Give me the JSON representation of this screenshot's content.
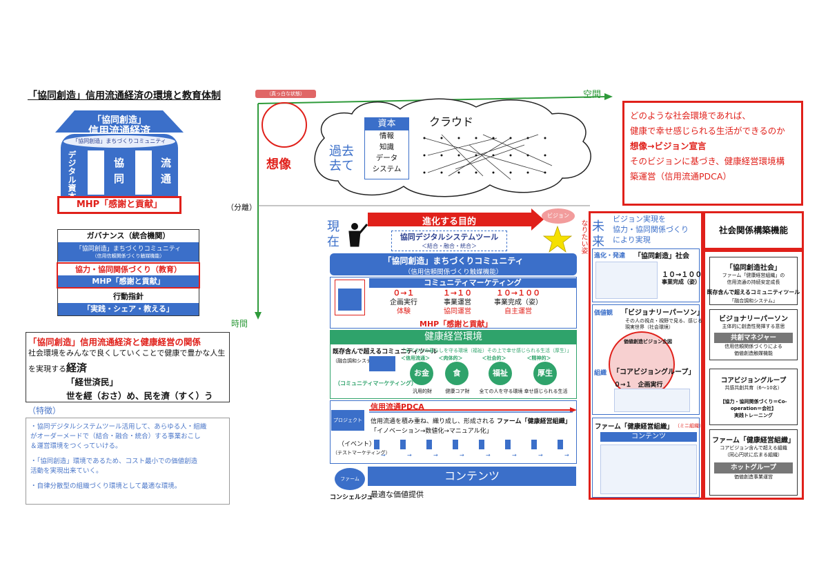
{
  "title": "「協同創造」信用流通経済の環境と教育体制",
  "badge": "（真っ白な状態）",
  "axis": {
    "space": "空間",
    "time": "時間",
    "separation": "（分離）"
  },
  "house": {
    "roof1": "「協同創造」",
    "roof2": "信用流通経済",
    "band": "「協同創造」まちづくりコミュニティ",
    "col1": "デジタル資本",
    "col2": "協同",
    "col3": "流通",
    "base": "MHP「感謝と貢献」"
  },
  "stack": {
    "r1": "ガバナンス（統合機関）",
    "r2a": "「協同創造」まちづくりコミュニティ",
    "r2b": "（信用信頼関係づくり触媒機能）",
    "r3": "協力・協同関係づくり（教育）",
    "r4": "MHP「感謝と貢献」",
    "r5": "行動指針",
    "r6": "「実践・シェア・教える」"
  },
  "relation": {
    "head": "「協同創造」信用流通経済と健康経営の関係",
    "l1": "社会環境をみんなで良くしていくことで健康で豊かな人生",
    "l2a": "を実現する",
    "l2b": "経済",
    "l3": "「経世済民」",
    "l4": "世を經（おさ）め、民を濟（すく）う"
  },
  "features": {
    "head": "（特徴）",
    "b1a": "・協同デジタルシステムツール活用して、あらゆる人・組織",
    "b1b": "がオーダーメードで（結合・融合・統合）する事業おこし",
    "b1c": "＆運営環境をつくっていける。",
    "b2a": "・「協同創造」環境であるため、コスト最小での価値創造",
    "b2b": "活動を実現出来ていく。",
    "b3": "・自律分散型の組織づくり環境として最適な環境。"
  },
  "imagine": "想像",
  "past": {
    "label": "過去",
    "label2": "去て",
    "cloud": "クラウド",
    "capital_head": "資本",
    "capital_items": [
      "情報",
      "知識",
      "データ",
      "システム"
    ]
  },
  "present": {
    "label": "現在",
    "purpose": "進化する目的",
    "vision": "ビジョン",
    "nari": "なりたい姿",
    "tool1": "協同デジタルシステムツール",
    "tool2": "＜結合・融合・統合＞",
    "comm1": "「協同創造」まちづくりコミュニティ",
    "comm2": "（信用信頼関係づくり触媒機能）",
    "mkt": "コミュニティマーケティング",
    "steps": [
      {
        "n": "０→１",
        "a": "企画実行",
        "b": "体験"
      },
      {
        "n": "１→１０",
        "a": "事業運営",
        "b": "協同運営"
      },
      {
        "n": "１０→１００",
        "a": "事業完成（姿）",
        "b": "自主運営"
      }
    ],
    "mhp": "MHP「感謝と貢献」",
    "health_env": "健康経営環境",
    "existing": "既存含んで超えるコミュニティツール",
    "existing_sub": "（融合調和システム）",
    "green_banner": "「全ての人の暮らしを守る環境（福祉）その上で幸せ感じられる生活（厚生）」",
    "mini_labels": [
      "＜信用流通＞",
      "＜肉体的＞",
      "＜社会的＞",
      "＜精神的＞"
    ],
    "circles": [
      "お金",
      "食",
      "福祉",
      "厚生"
    ],
    "circle_caps": [
      "汎用的財",
      "健康コア財",
      "全ての人を守る環境",
      "幸せ感じられる生活"
    ],
    "cm_label": "（コミュニティマーケティング）",
    "pdca": "信用流通PDCA",
    "project": "プロジェクト",
    "proj_text": "信用流通を積み重ね、織り成し、形成される",
    "farm_org": "ファーム「健康経営組織」",
    "proj_text2": "「イノベーション→数値化→マニュアル化」",
    "event": "（イベント）",
    "test_mkt": "（テストマーケティング）",
    "farm": "ファーム",
    "contents": "コンテンツ",
    "concierge": "コンシェルジュ",
    "best_value": "最適な価値提供"
  },
  "future": {
    "label": "未来",
    "head1": "ビジョン実現を",
    "head2": "協力・協同関係づくり",
    "head3": "により実現",
    "evo": "進化・発達",
    "evo2": "「協同創造」社会",
    "mini100": "１０→１００",
    "mini100b": "事業完成（姿）",
    "values": "価値観",
    "visionary": "「ビジョナリーパーソン」",
    "vis_sub1": "その人の視点・視野で見る、感じる",
    "vis_sub2": "現実世界（社会環境）",
    "vis_decl": "価値創造ビジョン企図",
    "org": "組織",
    "co_vision": "「コアビジョングループ」",
    "plan": "０→１　企画実行",
    "farm_org": "ファーム「健康経営組織」",
    "mini_org": "（ミニ組織）",
    "contents": "コンテンツ"
  },
  "redbox": {
    "l1": "どのような社会環境であれば、",
    "l2": "健康で幸せ感じられる生活ができるのか",
    "l3": "想像→ビジョン宣言",
    "l4": "そのビジョンに基づき、健康経営環境構",
    "l5": "築運営（信用流通PDCA）"
  },
  "social": {
    "head": "社会関係構築機能",
    "c1": "「協同創造社会」",
    "c1a": "ファーム「健康経営組織」の",
    "c1b": "信用流通の持続安定成長",
    "c2": "既存含んで超えるコミュニティツール",
    "c2a": "「融合調和システム」",
    "c3": "ビジョナリーパーソン",
    "c3a": "主体的に創造性発揮する意思",
    "c4": "共創マネジャー",
    "c4a": "信用信頼関係づくりによる",
    "c4b": "価値創造触媒機能",
    "c5": "コアビジョングループ",
    "c5a": "共感共創共育（6～10名）",
    "c5b": "【協力・協同関係づくり＝Co-operation＝会社】",
    "c5c": "実践トレーニング",
    "c6": "ファーム「健康経営組織」",
    "c6a": "コアビジョン含んで超える組織",
    "c6b": "（同心円状に広まる組織）",
    "c7": "ホットグループ",
    "c7a": "価値創造事業運営"
  }
}
